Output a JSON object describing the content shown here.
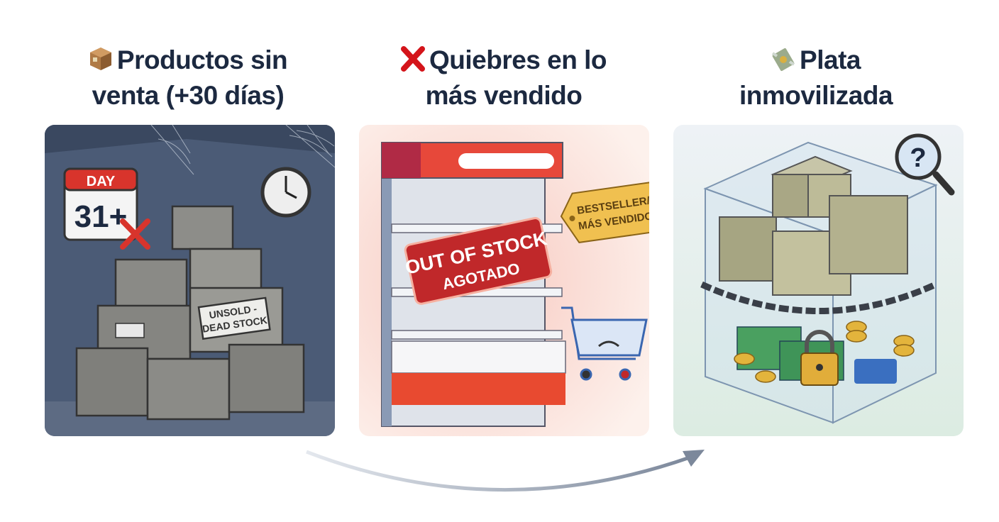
{
  "columns": [
    {
      "icon": "package-icon",
      "title_line1": "Productos sin",
      "title_line2": "venta (+30 días)",
      "illustration": {
        "calendar_header": "DAY",
        "calendar_number": "31+",
        "box_label_line1": "UNSOLD -",
        "box_label_line2": "DEAD STOCK"
      }
    },
    {
      "icon": "cross-mark-icon",
      "title_line1": "Quiebres en lo",
      "title_line2": "más vendido",
      "illustration": {
        "sign_line1": "OUT OF STOCK",
        "sign_line2": "AGOTADO",
        "tag_line1": "BESTSELLER/",
        "tag_line2": "MÁS VENDIDO"
      }
    },
    {
      "icon": "money-with-wings-icon",
      "title_line1": "Plata",
      "title_line2": "inmovilizada",
      "illustration": {
        "magnifier_symbol": "?"
      }
    }
  ],
  "colors": {
    "title": "#1c2940",
    "panel1_bg": "#4a5a74",
    "panel2_bg": "#fbe9e4",
    "panel3_bg": "#e6f0ee",
    "alert_red": "#c0282a",
    "tag_gold": "#f0c050",
    "arrow": "#8a96a8"
  }
}
